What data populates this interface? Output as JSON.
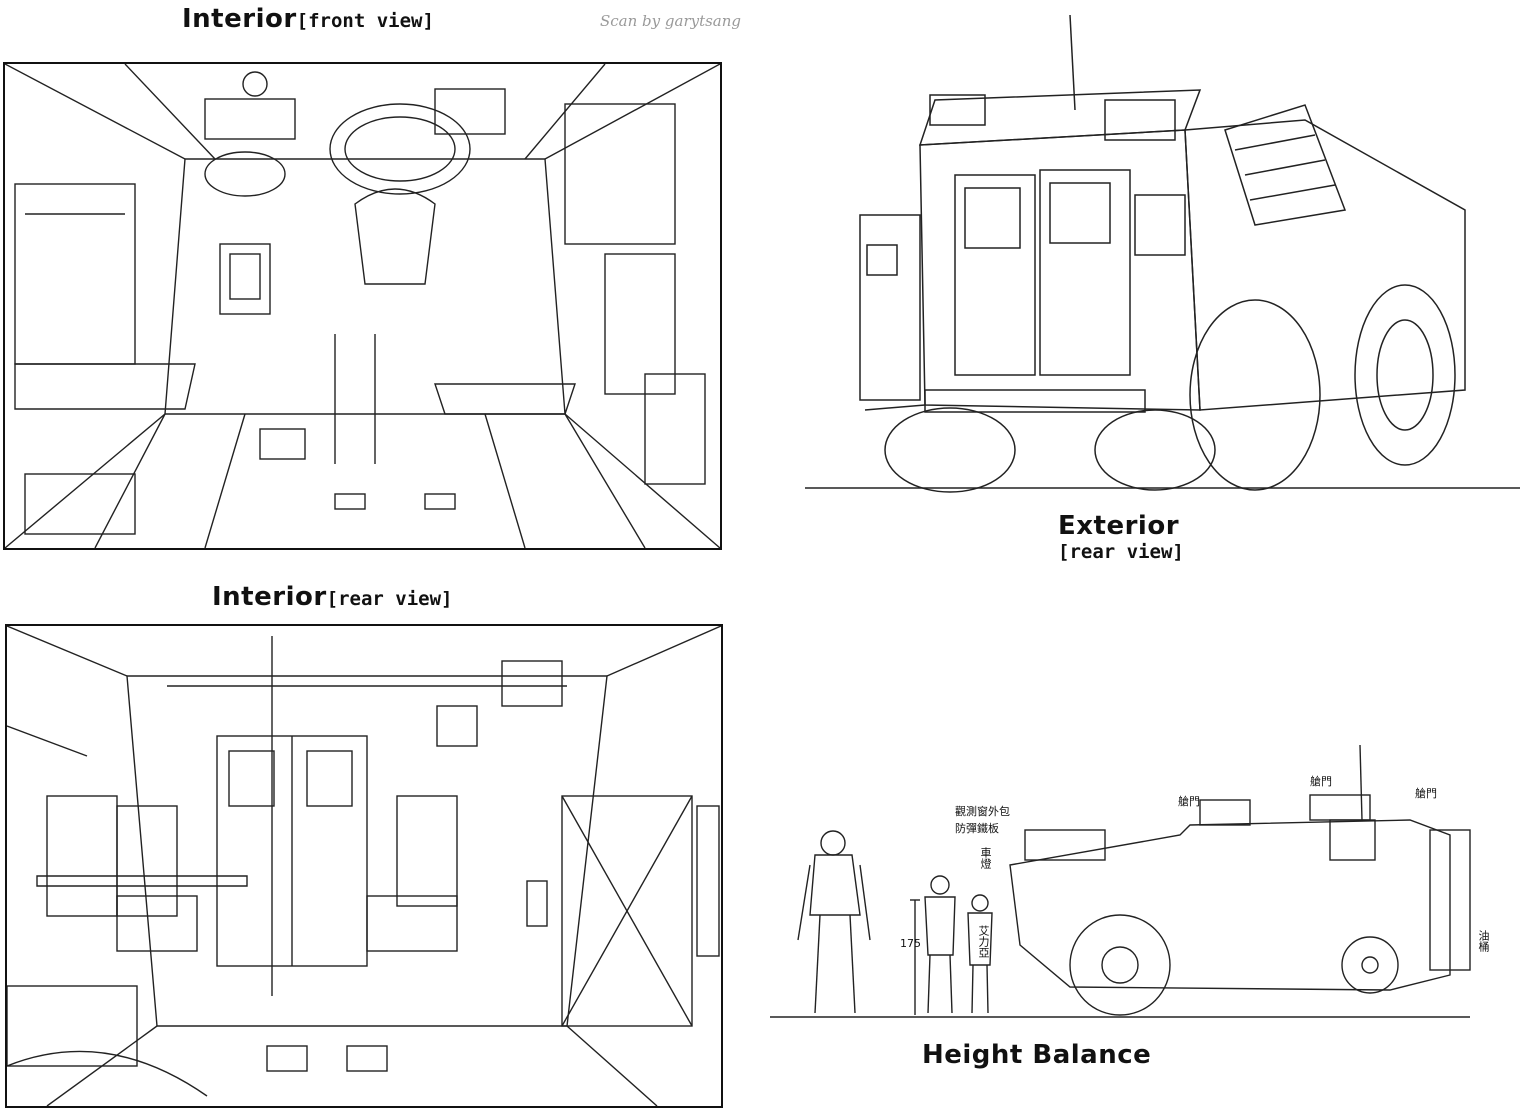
{
  "credit": "Scan by garytsang",
  "sections": {
    "interior_front": {
      "title": "Interior",
      "subtitle": "[front view]"
    },
    "interior_rear": {
      "title": "Interior",
      "subtitle": "[rear view]"
    },
    "exterior_rear": {
      "title": "Exterior",
      "subtitle": "[rear view]"
    },
    "height_balance": {
      "title": "Height Balance"
    }
  },
  "height_balance_labels": {
    "hatch_1": "艙門",
    "hatch_2": "艙門",
    "hatch_3": "艙門",
    "window_armor_line1": "觀測窗外包",
    "window_armor_line2": "防彈鐵板",
    "headlight": "車燈",
    "person_height": "175",
    "person_name": "艾力亞",
    "fuel_drum": "油桶"
  }
}
